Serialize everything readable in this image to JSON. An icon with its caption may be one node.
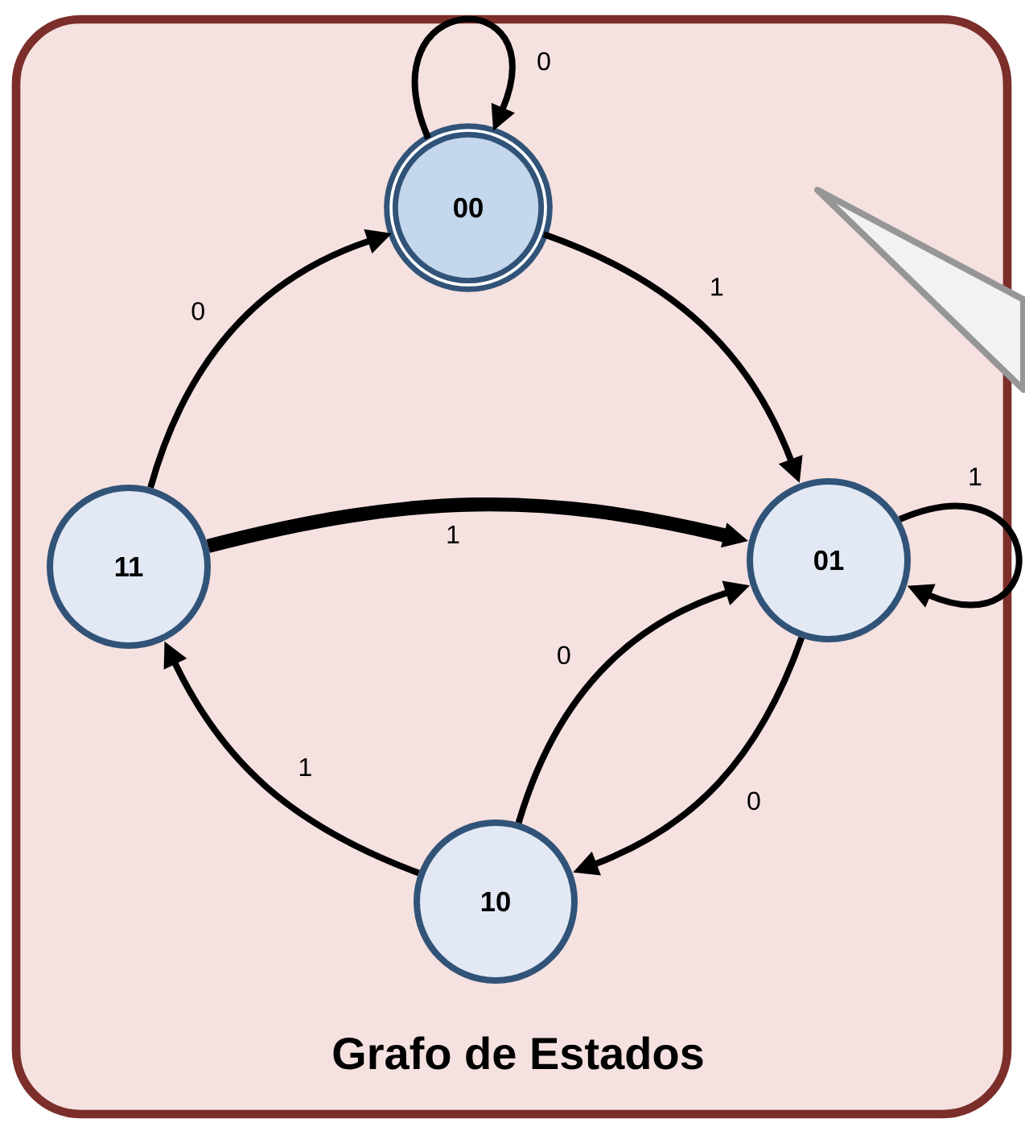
{
  "diagram": {
    "nodes": [
      {
        "text": [
          "Grafo de Estados"
        ]
      },
      {
        "text": [
          "00"
        ],
        "in": 0
      },
      {
        "text": [
          "11"
        ],
        "in": 0
      },
      {
        "text": [
          "01"
        ],
        "in": 0
      },
      {
        "text": [
          "10"
        ],
        "in": 0
      }
    ],
    "edges": [
      {
        "from": 1,
        "to": 1,
        "arrow": "to",
        "label": "0"
      },
      {
        "from": 2,
        "to": 1,
        "arrow": "to",
        "label": "0"
      },
      {
        "from": 1,
        "to": 3,
        "arrow": "to",
        "label": "1"
      },
      {
        "from": 2,
        "to": 3,
        "arrow": "to",
        "label": "1",
        "style": "thick"
      },
      {
        "from": 3,
        "to": 3,
        "arrow": "to",
        "label": "1"
      },
      {
        "from": 4,
        "to": 3,
        "arrow": "to",
        "label": "0"
      },
      {
        "from": 3,
        "to": 4,
        "arrow": "to",
        "label": "0"
      },
      {
        "from": 4,
        "to": 2,
        "arrow": "to",
        "label": "1"
      }
    ]
  }
}
